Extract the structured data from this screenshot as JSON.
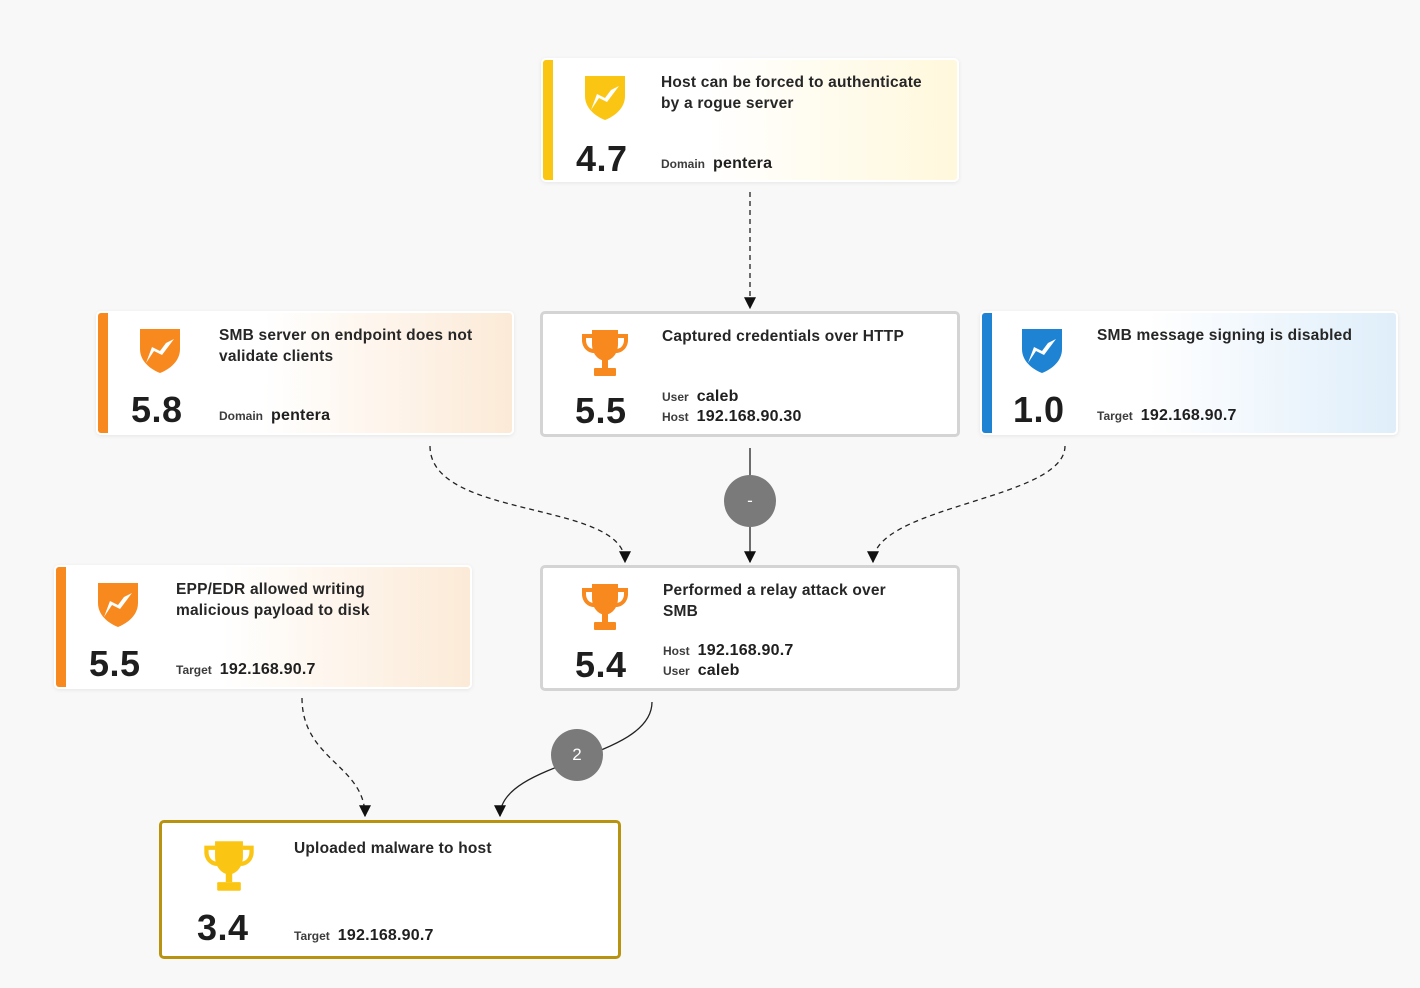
{
  "nodes": {
    "host_forced_auth": {
      "title": "Host can be forced to authenticate by a rogue server",
      "score": "4.7",
      "severity_color": "#fbc613",
      "icon": "shield-icon",
      "meta": [
        {
          "key": "Domain",
          "value": "pentera"
        }
      ]
    },
    "smb_server_no_validate": {
      "title": "SMB server on endpoint does not validate clients",
      "score": "5.8",
      "severity_color": "#f7891f",
      "icon": "shield-icon",
      "meta": [
        {
          "key": "Domain",
          "value": "pentera"
        }
      ]
    },
    "captured_credentials": {
      "title": "Captured credentials over HTTP",
      "score": "5.5",
      "severity_color": "#f7891f",
      "icon": "trophy-icon",
      "meta": [
        {
          "key": "User",
          "value": "caleb"
        },
        {
          "key": "Host",
          "value": "192.168.90.30"
        }
      ]
    },
    "smb_signing_disabled": {
      "title": "SMB message signing is disabled",
      "score": "1.0",
      "severity_color": "#1f83d4",
      "icon": "shield-icon",
      "meta": [
        {
          "key": "Target",
          "value": "192.168.90.7"
        }
      ]
    },
    "epp_edr_allowed": {
      "title": "EPP/EDR allowed writing malicious payload to disk",
      "score": "5.5",
      "severity_color": "#f7891f",
      "icon": "shield-icon",
      "meta": [
        {
          "key": "Target",
          "value": "192.168.90.7"
        }
      ]
    },
    "relay_attack": {
      "title": "Performed a relay attack over SMB",
      "score": "5.4",
      "severity_color": "#f7891f",
      "icon": "trophy-icon",
      "meta": [
        {
          "key": "Host",
          "value": "192.168.90.7"
        },
        {
          "key": "User",
          "value": "caleb"
        }
      ]
    },
    "uploaded_malware": {
      "title": "Uploaded malware to host",
      "score": "3.4",
      "severity_color": "#fbc613",
      "icon": "trophy-icon",
      "meta": [
        {
          "key": "Target",
          "value": "192.168.90.7"
        }
      ]
    }
  },
  "edge_badges": {
    "credentials_to_relay": "-",
    "relay_to_upload": "2"
  }
}
